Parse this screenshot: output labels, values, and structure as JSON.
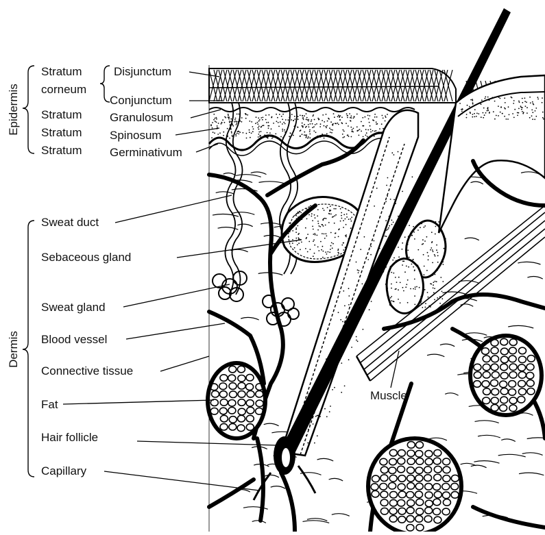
{
  "groups": {
    "epidermis": "Epidermis",
    "dermis": "Dermis"
  },
  "stratum_labels": [
    "Stratum",
    "corneum",
    "Stratum",
    "Stratum",
    "Stratum"
  ],
  "corneum_sublayers": {
    "disjunctum": "Disjunctum",
    "conjunctum": "Conjunctum"
  },
  "layer_labels": {
    "granulosum": "Granulosum",
    "spinosum": "Spinosum",
    "germinativum": "Germinativum"
  },
  "structures": {
    "sweat_duct": "Sweat duct",
    "sebaceous_gland": "Sebaceous gland",
    "sweat_gland": "Sweat gland",
    "blood_vessel": "Blood vessel",
    "connective_tissue": "Connective tissue",
    "fat": "Fat",
    "hair_follicle": "Hair follicle",
    "capillary": "Capillary",
    "muscle": "Muscle"
  },
  "colors": {
    "ink": "#000000",
    "background": "#ffffff"
  }
}
